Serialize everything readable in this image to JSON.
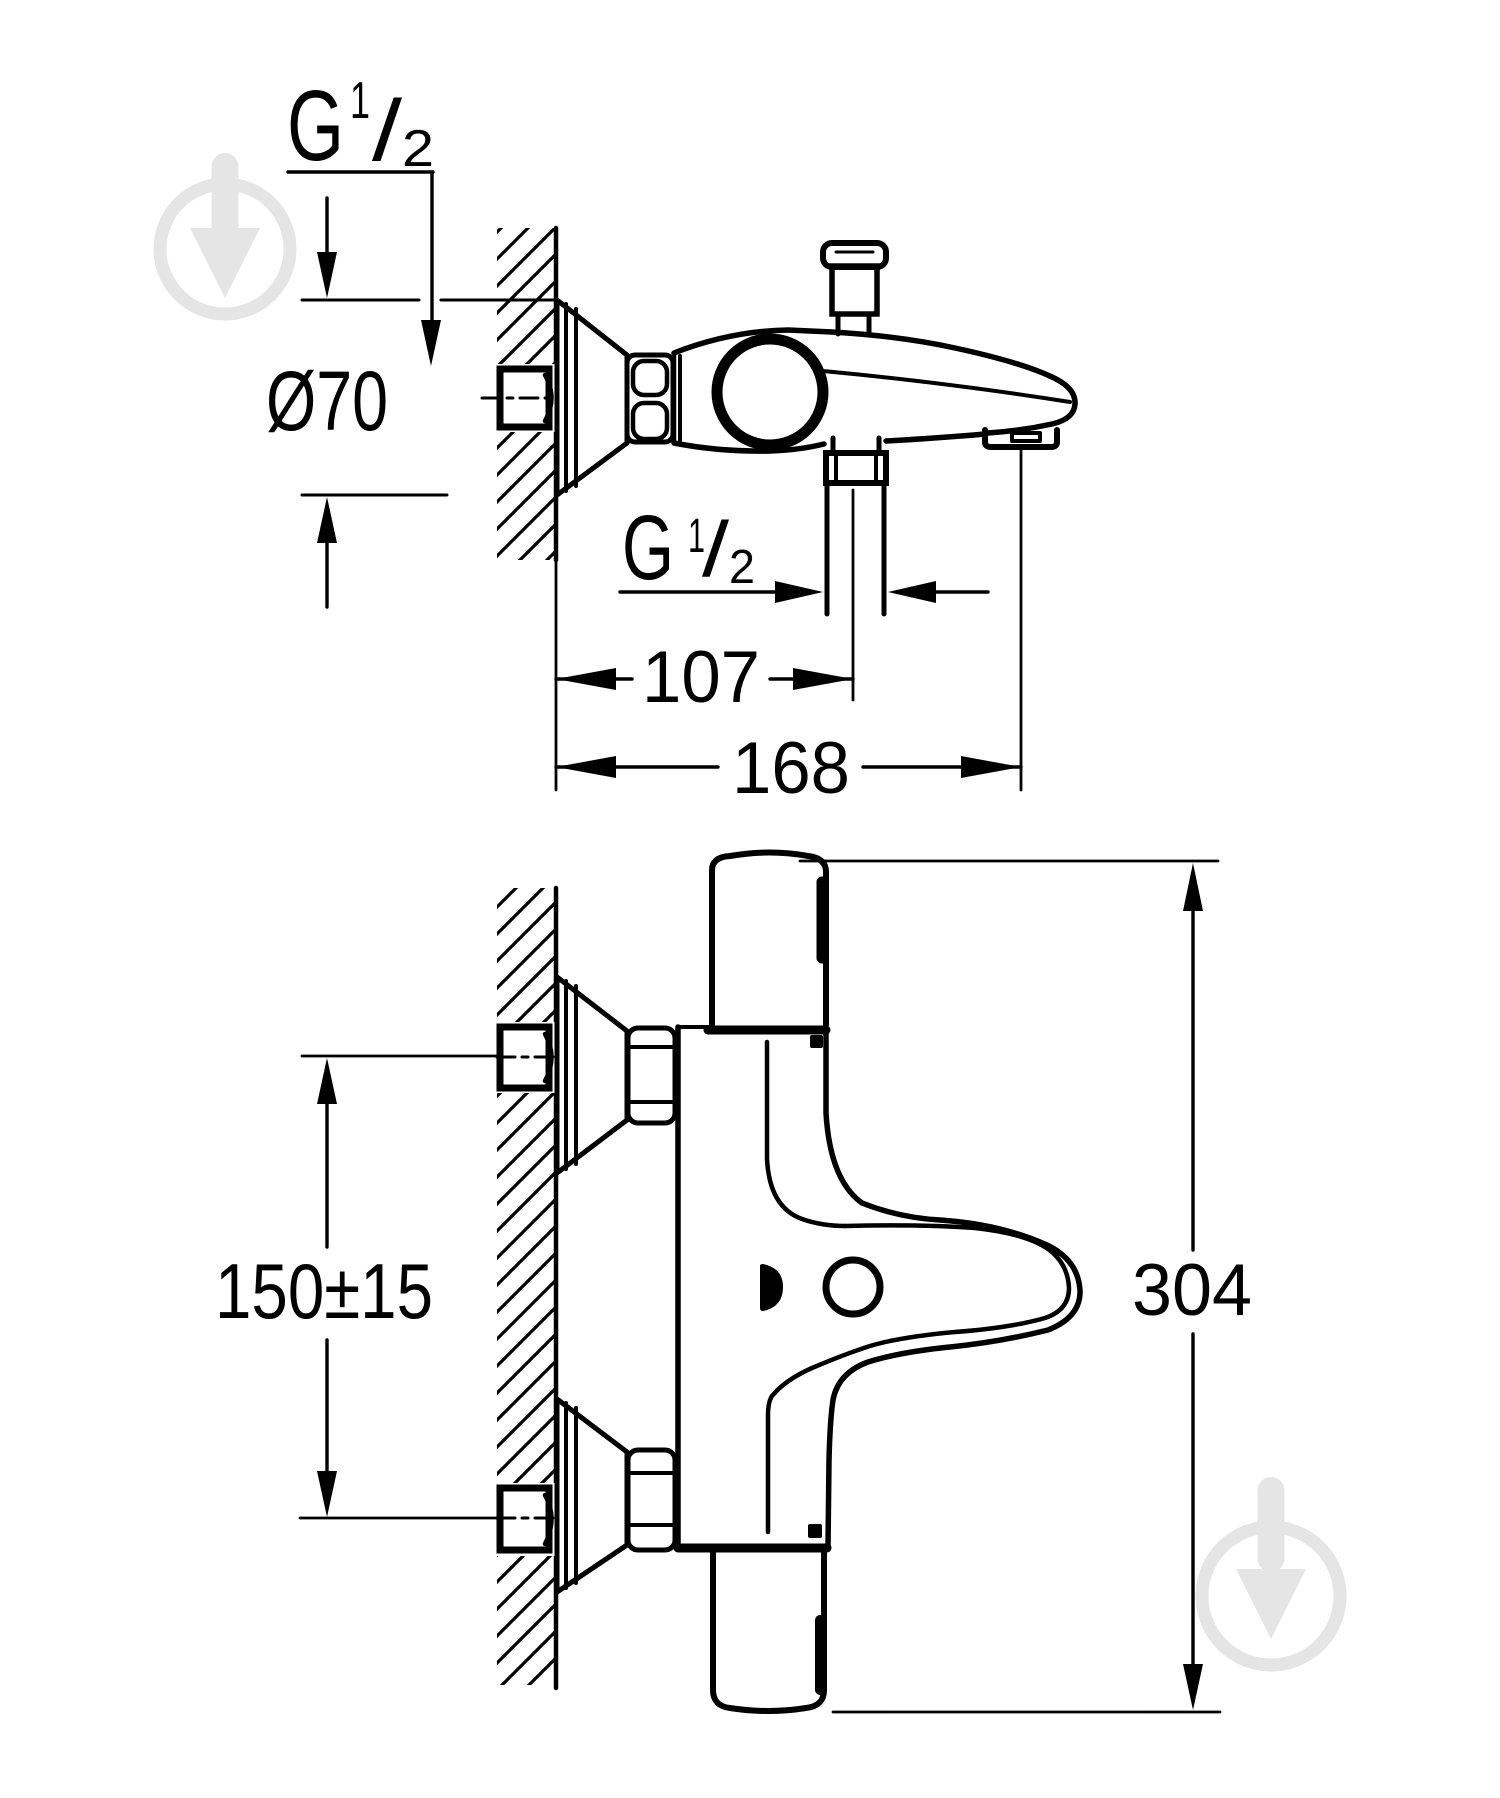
{
  "colors": {
    "background": "#ffffff",
    "line": "#000000",
    "watermark": "#e5e5e5"
  },
  "side_view": {
    "title": "bath-shower mixer side view installation drawing",
    "labels": {
      "wall_thread": {
        "symbol": "G",
        "numerator": "1",
        "denominator": "2"
      },
      "escutcheon_diameter": "Ø70",
      "shower_hose_thread": {
        "symbol": "G",
        "numerator": "1",
        "denominator": "2"
      },
      "wall_to_hose_center": "107",
      "wall_to_spout_outlet": "168"
    }
  },
  "front_view": {
    "title": "bath-shower mixer front view installation drawing",
    "labels": {
      "connection_spacing": "150±15",
      "overall_height": "304"
    }
  },
  "watermarks": {
    "icon": "trowel-badge",
    "positions": [
      "top-left",
      "bottom-right"
    ]
  }
}
